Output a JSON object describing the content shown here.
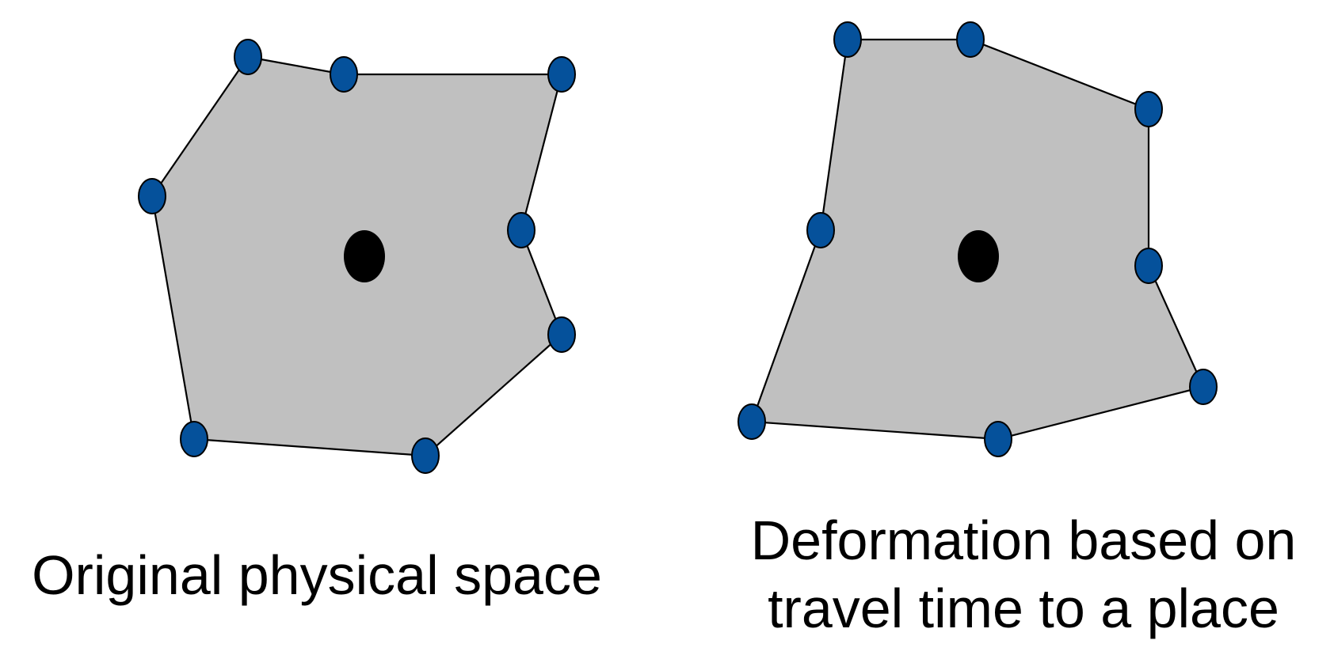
{
  "colors": {
    "polygon_fill": "#c0c0c0",
    "vertex_fill": "#05519b",
    "center_fill": "#000000"
  },
  "left_panel": {
    "caption": "Original physical space"
  },
  "right_panel": {
    "caption_line1": "Deformation based on",
    "caption_line2": "travel time to a place"
  }
}
